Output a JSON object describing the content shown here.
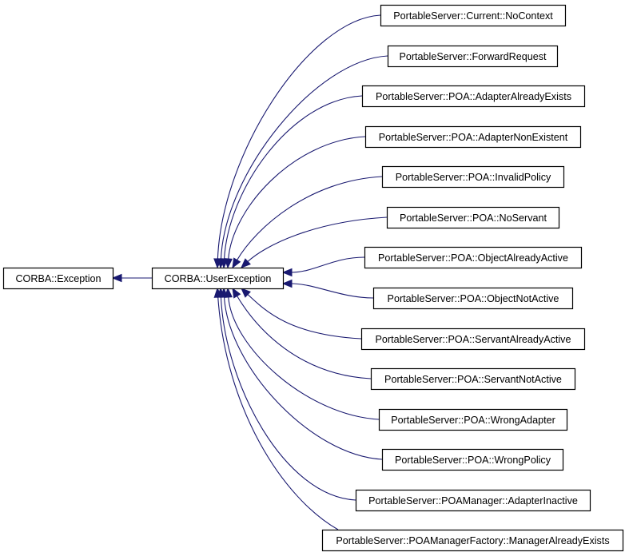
{
  "diagram": {
    "type": "inheritance-graph",
    "edge_color": "#191970",
    "node_border_color": "#000000",
    "node_fill_color": "#ffffff",
    "root": {
      "id": "corba-exception",
      "label": "CORBA::Exception"
    },
    "center": {
      "id": "corba-user-exception",
      "label": "CORBA::UserException"
    },
    "derived": [
      {
        "id": "current-nocontext",
        "label": "PortableServer::Current::NoContext"
      },
      {
        "id": "forward-request",
        "label": "PortableServer::ForwardRequest"
      },
      {
        "id": "poa-adapter-already-exists",
        "label": "PortableServer::POA::AdapterAlreadyExists"
      },
      {
        "id": "poa-adapter-non-existent",
        "label": "PortableServer::POA::AdapterNonExistent"
      },
      {
        "id": "poa-invalid-policy",
        "label": "PortableServer::POA::InvalidPolicy"
      },
      {
        "id": "poa-no-servant",
        "label": "PortableServer::POA::NoServant"
      },
      {
        "id": "poa-object-already-active",
        "label": "PortableServer::POA::ObjectAlreadyActive"
      },
      {
        "id": "poa-object-not-active",
        "label": "PortableServer::POA::ObjectNotActive"
      },
      {
        "id": "poa-servant-already-active",
        "label": "PortableServer::POA::ServantAlreadyActive"
      },
      {
        "id": "poa-servant-not-active",
        "label": "PortableServer::POA::ServantNotActive"
      },
      {
        "id": "poa-wrong-adapter",
        "label": "PortableServer::POA::WrongAdapter"
      },
      {
        "id": "poa-wrong-policy",
        "label": "PortableServer::POA::WrongPolicy"
      },
      {
        "id": "poamanager-adapter-inactive",
        "label": "PortableServer::POAManager::AdapterInactive"
      },
      {
        "id": "poamanagerfactory-manager-already-exists",
        "label": "PortableServer::POAManagerFactory::ManagerAlreadyExists"
      }
    ],
    "edges": [
      {
        "from": "corba-user-exception",
        "to": "corba-exception"
      },
      {
        "from": "current-nocontext",
        "to": "corba-user-exception"
      },
      {
        "from": "forward-request",
        "to": "corba-user-exception"
      },
      {
        "from": "poa-adapter-already-exists",
        "to": "corba-user-exception"
      },
      {
        "from": "poa-adapter-non-existent",
        "to": "corba-user-exception"
      },
      {
        "from": "poa-invalid-policy",
        "to": "corba-user-exception"
      },
      {
        "from": "poa-no-servant",
        "to": "corba-user-exception"
      },
      {
        "from": "poa-object-already-active",
        "to": "corba-user-exception"
      },
      {
        "from": "poa-object-not-active",
        "to": "corba-user-exception"
      },
      {
        "from": "poa-servant-already-active",
        "to": "corba-user-exception"
      },
      {
        "from": "poa-servant-not-active",
        "to": "corba-user-exception"
      },
      {
        "from": "poa-wrong-adapter",
        "to": "corba-user-exception"
      },
      {
        "from": "poa-wrong-policy",
        "to": "corba-user-exception"
      },
      {
        "from": "poamanager-adapter-inactive",
        "to": "corba-user-exception"
      },
      {
        "from": "poamanagerfactory-manager-already-exists",
        "to": "corba-user-exception"
      }
    ]
  }
}
